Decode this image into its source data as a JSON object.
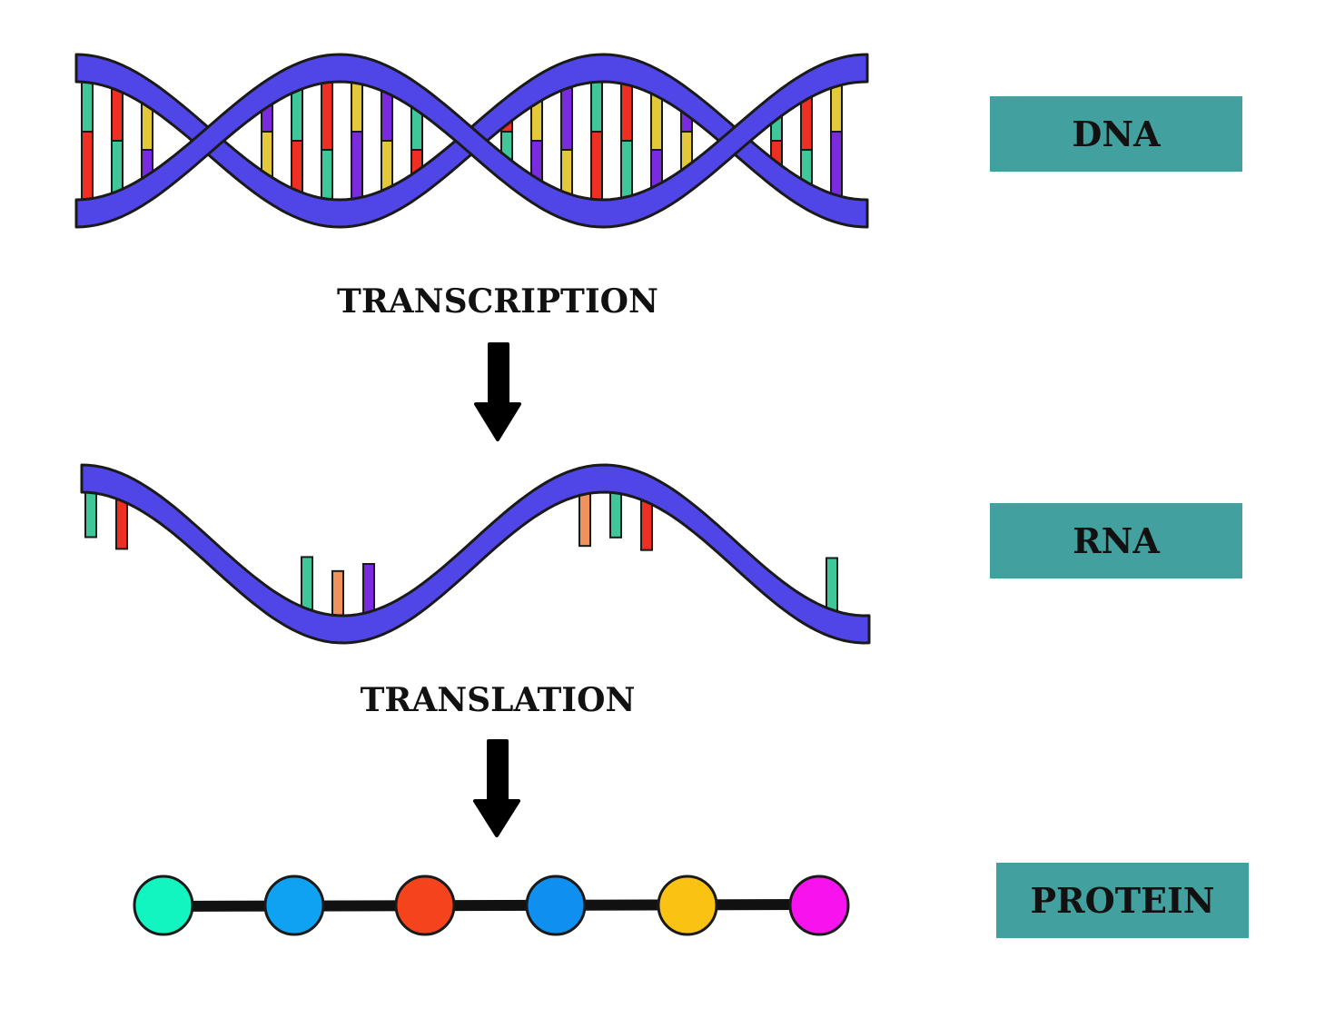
{
  "labels": {
    "dna": "DNA",
    "rna": "RNA",
    "protein": "PROTEIN"
  },
  "steps": {
    "transcription": "TRANSCRIPTION",
    "translation": "TRANSLATION"
  },
  "colors": {
    "label_box": "#42A09E",
    "backbone": "#5046E8",
    "outline": "#1a1a1a",
    "arrow": "#000000",
    "base_teal": "#3FC79A",
    "base_red": "#EE2F22",
    "base_yellow": "#E3C93A",
    "base_purple": "#7A2BE0",
    "base_orange": "#F0935A"
  },
  "icons": {
    "dna": "dna-double-helix-icon",
    "rna": "rna-single-strand-icon",
    "protein": "amino-acid-chain-icon",
    "arrow": "arrow-down-icon"
  },
  "protein_beads": [
    "#12F5C1",
    "#0FA2F2",
    "#F5441C",
    "#0F8FF0",
    "#FAC313",
    "#F812EE"
  ]
}
